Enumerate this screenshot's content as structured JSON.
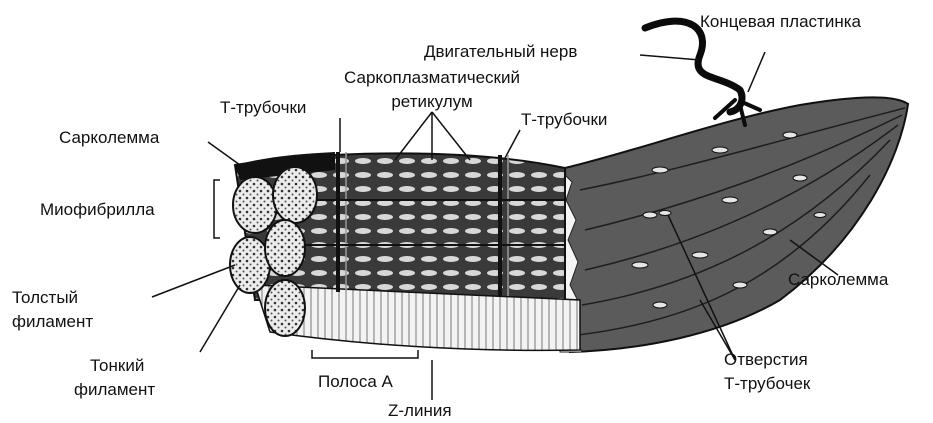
{
  "labels": {
    "end_plate": "Концевая пластинка",
    "motor_nerve": "Двигательный нерв",
    "sr_line1": "Саркоплазматический",
    "sr_line2": "ретикулум",
    "t_tubules_left": "Т-трубочки",
    "t_tubules_right": "Т-трубочки",
    "sarcolemma_left": "Сарколемма",
    "myofibril": "Миофибрилла",
    "thick_line1": "Толстый",
    "thick_line2": "филамент",
    "thin_line1": "Тонкий",
    "thin_line2": "филамент",
    "a_band": "Полоса А",
    "z_line": "Z-линия",
    "sarcolemma_right": "Сарколемма",
    "openings_line1": "Отверстия",
    "openings_line2": "Т-трубочек"
  },
  "colors": {
    "ink": "#1a1a1a",
    "fiber_dark": "#4a4a4a",
    "fiber_mid": "#6e6e6e",
    "cell_light": "#e9e9e9",
    "paper": "#ffffff"
  }
}
